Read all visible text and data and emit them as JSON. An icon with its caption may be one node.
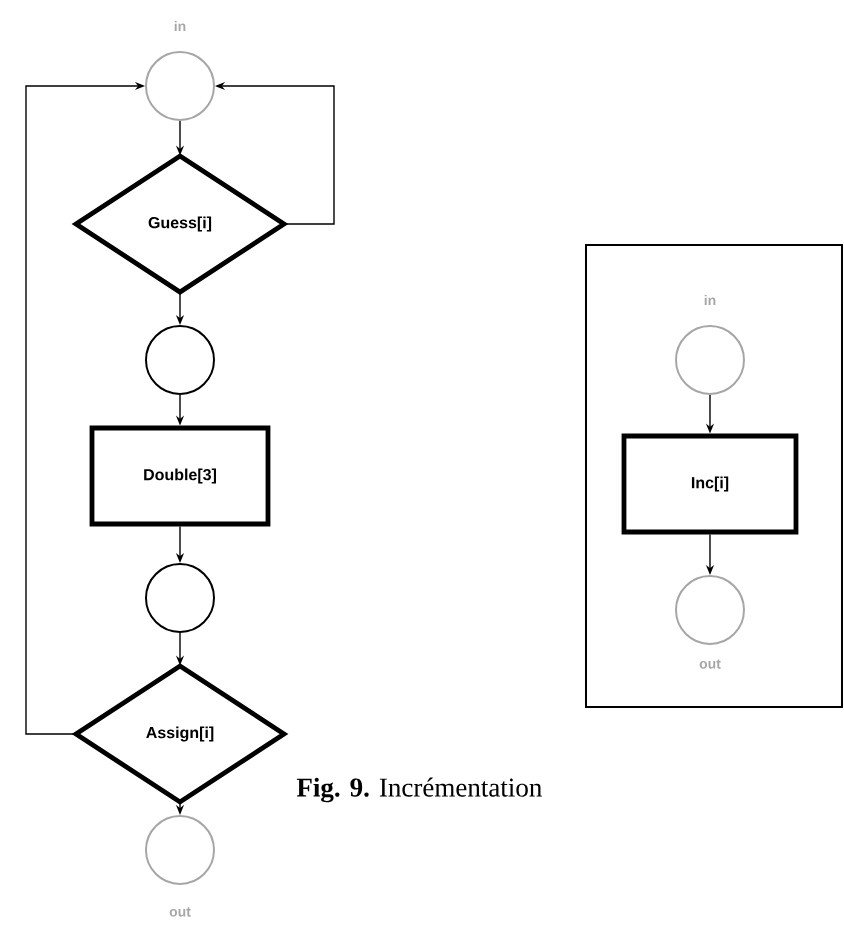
{
  "diagram": {
    "caption": "**Fig. 9.** Incrémentation",
    "nodes": [
      {
        "text": [
          "in"
        ]
      },
      {
        "text": [
          "Guess[i]"
        ]
      },
      {
        "text": [],
        "shape": "circle"
      },
      {
        "text": [
          "Double[3]"
        ]
      },
      {
        "text": [],
        "shape": "circle"
      },
      {
        "text": [
          "Assign[i]"
        ]
      },
      {
        "text": [
          "out"
        ]
      },
      {
        "text": [],
        "shape": "box"
      },
      {
        "text": [
          "in"
        ],
        "in": 7
      },
      {
        "text": [
          "Inc[i]"
        ],
        "in": 7
      },
      {
        "text": [
          "out"
        ],
        "in": 7
      }
    ],
    "edges": [
      {
        "from": 0,
        "to": 1,
        "arrow": "to"
      },
      {
        "from": 1,
        "to": 0,
        "arrow": "to"
      },
      {
        "from": 1,
        "to": 2,
        "arrow": "to"
      },
      {
        "from": 2,
        "to": 3,
        "arrow": "to"
      },
      {
        "from": 3,
        "to": 4,
        "arrow": "to"
      },
      {
        "from": 4,
        "to": 5,
        "arrow": "to"
      },
      {
        "from": 5,
        "to": 0,
        "arrow": "to"
      },
      {
        "from": 5,
        "to": 6,
        "arrow": "to"
      },
      {
        "from": 8,
        "to": 9,
        "arrow": "to"
      },
      {
        "from": 9,
        "to": 10,
        "arrow": "to"
      }
    ]
  }
}
